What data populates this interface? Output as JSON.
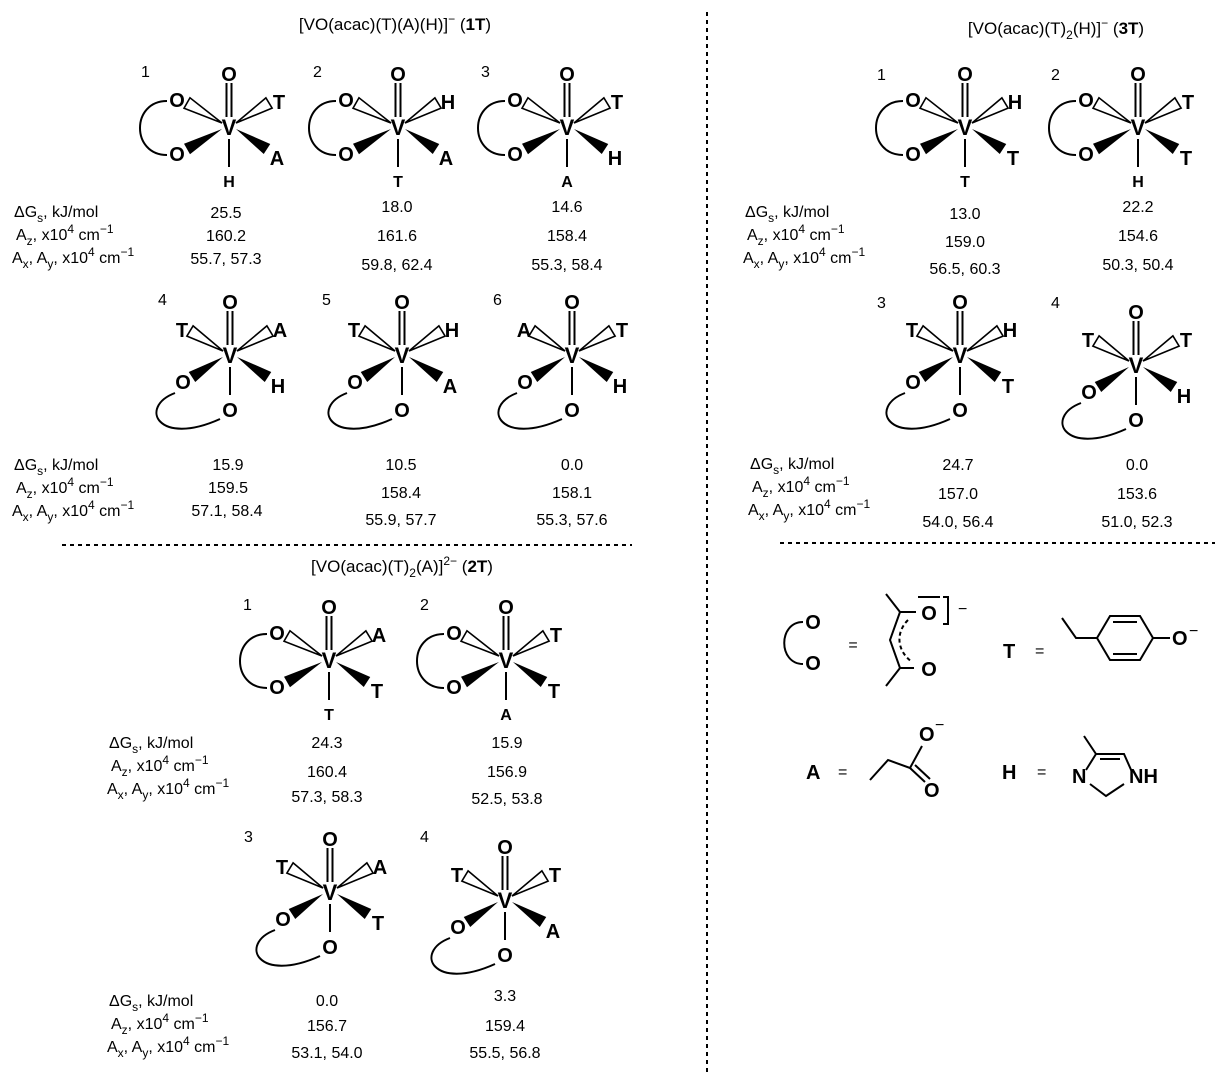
{
  "labels": {
    "dg": "ΔG",
    "dg_sub": "s",
    "dg_unit": ", kJ/mol",
    "az": "A",
    "az_sub": "z",
    "unit": ", x10",
    "exp": "4",
    "cm": " cm",
    "cm_exp": "−1",
    "ax": "A",
    "ax_sub": "x",
    "ay_sep": ", A",
    "ay_sub": "y"
  },
  "panels": [
    {
      "id": "1T",
      "title": {
        "pre": "[VO(acac)(T)(A)(H)]",
        "charge": "−",
        "paren_open": " (",
        "bold": "1T",
        "paren_close": ")"
      },
      "structures": [
        {
          "n": "1",
          "dg": "25.5",
          "az": "160.2",
          "axay": "55.7, 57.3",
          "b": "T",
          "c": "A",
          "ax": "H"
        },
        {
          "n": "2",
          "dg": "18.0",
          "az": "161.6",
          "axay": "59.8, 62.4",
          "b": "H",
          "c": "A",
          "ax": "T"
        },
        {
          "n": "3",
          "dg": "14.6",
          "az": "158.4",
          "axay": "55.3, 58.4",
          "b": "T",
          "c": "H",
          "ax": "A"
        },
        {
          "n": "4",
          "dg": "15.9",
          "az": "159.5",
          "axay": "57.1, 58.4",
          "a": "T",
          "b": "A",
          "c": "H"
        },
        {
          "n": "5",
          "dg": "10.5",
          "az": "158.4",
          "axay": "55.9, 57.7",
          "a": "T",
          "b": "H",
          "c": "A"
        },
        {
          "n": "6",
          "dg": "0.0",
          "az": "158.1",
          "axay": "55.3, 57.6",
          "a": "A",
          "b": "T",
          "c": "H"
        }
      ]
    },
    {
      "id": "2T",
      "title": {
        "pre": "[VO(acac)(T)",
        "sub": "2",
        "mid": "(A)]",
        "charge": "2−",
        "paren_open": " (",
        "bold": "2T",
        "paren_close": ")"
      },
      "structures": [
        {
          "n": "1",
          "dg": "24.3",
          "az": "160.4",
          "axay": "57.3, 58.3",
          "b": "A",
          "c": "T",
          "ax": "T"
        },
        {
          "n": "2",
          "dg": "15.9",
          "az": "156.9",
          "axay": "52.5, 53.8",
          "b": "T",
          "c": "T",
          "ax": "A"
        },
        {
          "n": "3",
          "dg": "0.0",
          "az": "156.7",
          "axay": "53.1, 54.0",
          "a": "T",
          "b": "A",
          "c": "T"
        },
        {
          "n": "4",
          "dg": "3.3",
          "az": "159.4",
          "axay": "55.5, 56.8",
          "a": "T",
          "b": "T",
          "c": "A"
        }
      ]
    },
    {
      "id": "3T",
      "title": {
        "pre": "[VO(acac)(T)",
        "sub": "2",
        "mid": "(H)]",
        "charge": "−",
        "paren_open": " (",
        "bold": "3T",
        "paren_close": ")"
      },
      "structures": [
        {
          "n": "1",
          "dg": "13.0",
          "az": "159.0",
          "axay": "56.5, 60.3",
          "b": "H",
          "c": "T",
          "ax": "T"
        },
        {
          "n": "2",
          "dg": "22.2",
          "az": "154.6",
          "axay": "50.3, 50.4",
          "b": "T",
          "c": "T",
          "ax": "H"
        },
        {
          "n": "3",
          "dg": "24.7",
          "az": "157.0",
          "axay": "54.0, 56.4",
          "a": "T",
          "b": "H",
          "c": "T"
        },
        {
          "n": "4",
          "dg": "0.0",
          "az": "153.6",
          "axay": "51.0, 52.3",
          "a": "T",
          "b": "T",
          "c": "H"
        }
      ]
    }
  ],
  "atoms": {
    "v": "V",
    "o": "O"
  },
  "legend": {
    "eq": "=",
    "minus": "−",
    "t_sym": "T",
    "a_sym": "A",
    "h_sym": "H",
    "nh": "NH",
    "n": "N",
    "o": "O",
    "o_minus": "O−"
  }
}
